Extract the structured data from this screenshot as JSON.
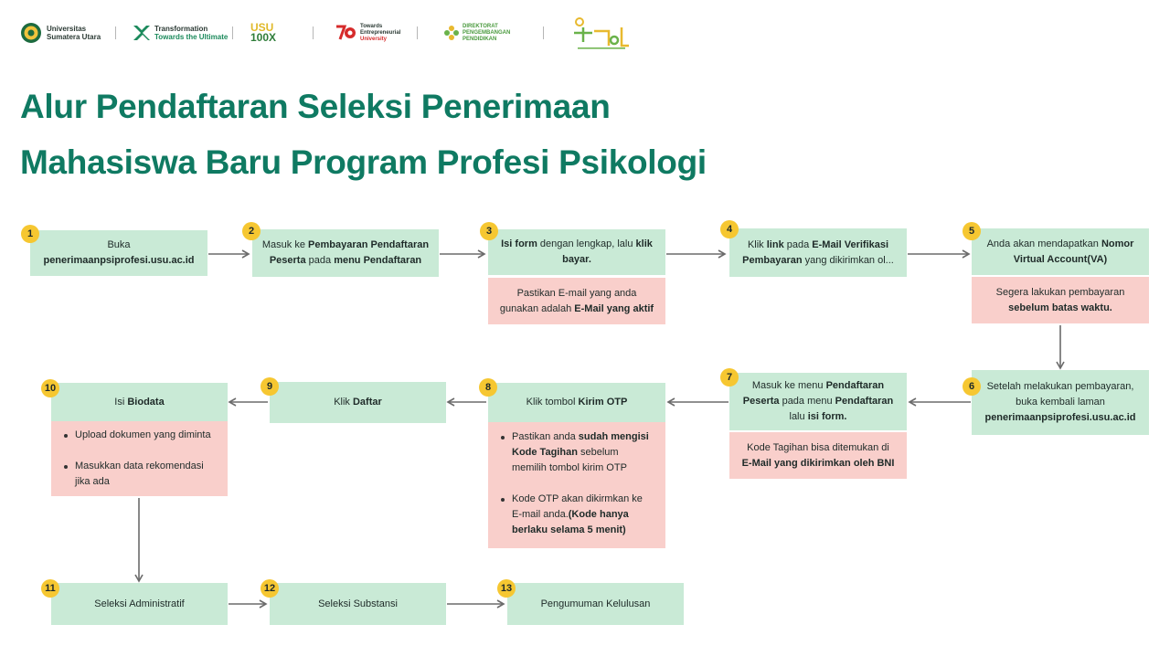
{
  "header": {
    "logos": [
      {
        "name": "usu-logo",
        "line1": "Universitas",
        "line2": "Sumatera Utara"
      },
      {
        "name": "transformation-logo",
        "line1": "Transformation",
        "line2": "Towards the Ultimate"
      },
      {
        "name": "usu-100x-logo",
        "line1": "USU",
        "line2": "100X"
      },
      {
        "name": "usu70-logo",
        "line1": "Towards",
        "line2": "Entrepreneurial",
        "line3": "University"
      },
      {
        "name": "direktorat-logo",
        "line1": "DIREKTORAT",
        "line2": "PENGEMBANGAN",
        "line3": "PENDIDIKAN"
      },
      {
        "name": "sipil-logo"
      }
    ]
  },
  "title": {
    "line1": "Alur Pendaftaran Seleksi Penerimaan",
    "line2": "Mahasiswa Baru Program Profesi Psikologi"
  },
  "steps": {
    "s1": {
      "num": "1",
      "a": "Buka",
      "b": "penerimaanpsiprofesi.usu.ac.id"
    },
    "s2": {
      "num": "2",
      "a": "Masuk ke ",
      "b": "Pembayaran Pendaftaran Peserta",
      "c": " pada ",
      "d": "menu Pendaftaran"
    },
    "s3": {
      "num": "3",
      "a": "Isi form",
      "b": " dengan lengkap, lalu ",
      "c": "klik bayar.",
      "note_a": "Pastikan E-mail yang anda gunakan adalah ",
      "note_b": "E-Mail yang aktif"
    },
    "s4": {
      "num": "4",
      "a": "Klik ",
      "b": "link",
      "c": " pada ",
      "d": "E-Mail Verifikasi",
      "e": "Pembayaran",
      "f": " yang dikirimkan ol..."
    },
    "s5": {
      "num": "5",
      "a": "Anda akan mendapatkan ",
      "b": "Nomor Virtual Account(VA)",
      "note_a": "Segera lakukan pembayaran",
      "note_b": "sebelum batas waktu."
    },
    "s6": {
      "num": "6",
      "a": "Setelah melakukan pembayaran, buka kembali laman",
      "b": "penerimaanpsiprofesi.usu.ac.id"
    },
    "s7": {
      "num": "7",
      "a": "Masuk ke menu ",
      "b": "Pendaftaran Peserta",
      "c": " pada menu ",
      "d": "Pendaftaran",
      "e": " lalu ",
      "f": "isi form.",
      "note_a": "Kode Tagihan bisa ditemukan di",
      "note_b": "E-Mail yang dikirimkan oleh BNI"
    },
    "s8": {
      "num": "8",
      "a": "Klik tombol ",
      "b": "Kirim OTP",
      "bullet1_a": "Pastikan anda ",
      "bullet1_b": "sudah mengisi Kode Tagihan",
      "bullet1_c": " sebelum memilih tombol kirim OTP",
      "bullet2_a": "Kode OTP akan dikirmkan ke E-mail anda.",
      "bullet2_b": "(Kode hanya berlaku selama 5 menit)"
    },
    "s9": {
      "num": "9",
      "a": "Klik ",
      "b": "Daftar"
    },
    "s10": {
      "num": "10",
      "a": "Isi ",
      "b": "Biodata",
      "bullet1": "Upload dokumen yang diminta",
      "bullet2": "Masukkan data rekomendasi jika ada"
    },
    "s11": {
      "num": "11",
      "a": "Seleksi Administratif"
    },
    "s12": {
      "num": "12",
      "a": "Seleksi Substansi"
    },
    "s13": {
      "num": "13",
      "a": "Pengumuman Kelulusan"
    }
  },
  "colors": {
    "title": "#0f7a62",
    "step_box": "#c9ead6",
    "note_box": "#f9cfcb",
    "badge": "#f6c731",
    "arrow": "#6b6b6b"
  }
}
